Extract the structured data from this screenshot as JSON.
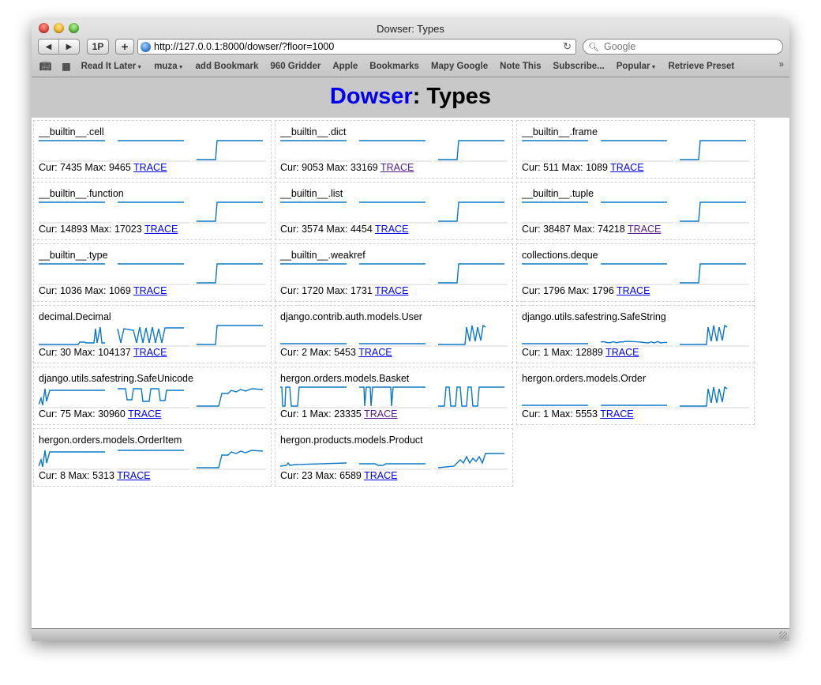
{
  "window": {
    "title": "Dowser: Types"
  },
  "toolbar": {
    "back_icon": "back-arrow-icon",
    "forward_icon": "forward-arrow-icon",
    "onepass_label": "1P",
    "add_label": "+",
    "url": "http://127.0.0.1:8000/dowser/?floor=1000",
    "search_placeholder": "Google"
  },
  "bookmarks": {
    "items": [
      {
        "label": "Read It Later",
        "menu": true
      },
      {
        "label": "muza",
        "menu": true
      },
      {
        "label": "add Bookmark",
        "menu": false
      },
      {
        "label": "960 Gridder",
        "menu": false
      },
      {
        "label": "Apple",
        "menu": false
      },
      {
        "label": "Bookmarks",
        "menu": false
      },
      {
        "label": "Mapy Google",
        "menu": false
      },
      {
        "label": "Note This",
        "menu": false
      },
      {
        "label": "Subscribe...",
        "menu": false
      },
      {
        "label": "Popular",
        "menu": true
      },
      {
        "label": "Retrieve Preset",
        "menu": false
      }
    ],
    "more": "»"
  },
  "page": {
    "brand": "Dowser",
    "title_suffix": ": Types",
    "cur_label": "Cur:",
    "max_label": "Max:",
    "trace_label": "TRACE"
  },
  "cards": [
    {
      "name": "__builtin__.cell",
      "cur": 7435,
      "max": 9465,
      "visited": false,
      "spark": [
        "flat",
        "flat",
        "step"
      ]
    },
    {
      "name": "__builtin__.dict",
      "cur": 9053,
      "max": 33169,
      "visited": true,
      "spark": [
        "flat",
        "flat",
        "step"
      ]
    },
    {
      "name": "__builtin__.frame",
      "cur": 511,
      "max": 1089,
      "visited": false,
      "spark": [
        "flat",
        "flat",
        "step"
      ]
    },
    {
      "name": "__builtin__.function",
      "cur": 14893,
      "max": 17023,
      "visited": false,
      "spark": [
        "flat",
        "flat",
        "step"
      ]
    },
    {
      "name": "__builtin__.list",
      "cur": 3574,
      "max": 4454,
      "visited": false,
      "spark": [
        "flat",
        "flat",
        "step"
      ]
    },
    {
      "name": "__builtin__.tuple",
      "cur": 38487,
      "max": 74218,
      "visited": true,
      "spark": [
        "flat",
        "flat",
        "step"
      ]
    },
    {
      "name": "__builtin__.type",
      "cur": 1036,
      "max": 1069,
      "visited": false,
      "spark": [
        "flat",
        "flat",
        "step"
      ]
    },
    {
      "name": "__builtin__.weakref",
      "cur": 1720,
      "max": 1731,
      "visited": false,
      "spark": [
        "flat",
        "flat",
        "step"
      ]
    },
    {
      "name": "collections.deque",
      "cur": 1796,
      "max": 1796,
      "visited": false,
      "spark": [
        "flat",
        "flat",
        "step"
      ]
    },
    {
      "name": "decimal.Decimal",
      "cur": 30,
      "max": 104137,
      "visited": false,
      "spark": [
        "lowspikes",
        "spiky",
        "step"
      ]
    },
    {
      "name": "django.contrib.auth.models.User",
      "cur": 2,
      "max": 5453,
      "visited": false,
      "spark": [
        "low",
        "low",
        "burst"
      ]
    },
    {
      "name": "django.utils.safestring.SafeString",
      "cur": 1,
      "max": 12889,
      "visited": false,
      "spark": [
        "low",
        "lownoise",
        "burst"
      ]
    },
    {
      "name": "django.utils.safestring.SafeUnicode",
      "cur": 75,
      "max": 30960,
      "visited": false,
      "spark": [
        "spikestart",
        "dips",
        "rising"
      ]
    },
    {
      "name": "hergon.orders.models.Basket",
      "cur": 1,
      "max": 23335,
      "visited": true,
      "spark": [
        "highdrop",
        "highdips",
        "teeth"
      ]
    },
    {
      "name": "hergon.orders.models.Order",
      "cur": 1,
      "max": 5553,
      "visited": false,
      "spark": [
        "low",
        "low",
        "burst"
      ]
    },
    {
      "name": "hergon.orders.models.OrderItem",
      "cur": 8,
      "max": 5313,
      "visited": false,
      "spark": [
        "spikestart",
        "high",
        "rising"
      ]
    },
    {
      "name": "hergon.products.models.Product",
      "cur": 23,
      "max": 6589,
      "visited": false,
      "spark": [
        "lowramp",
        "lowbump",
        "noisy"
      ]
    }
  ],
  "colors": {
    "spark": "#0a78c8",
    "baseline": "#d6d6d6",
    "header_bg": "#c8c8c8",
    "brand": "#0000ee",
    "visited": "#551a8b"
  }
}
